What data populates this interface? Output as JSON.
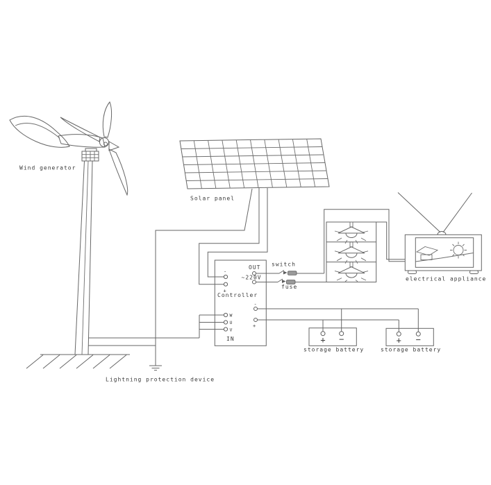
{
  "diagram_type": "wind-solar hybrid power system wiring diagram",
  "colors": {
    "background": "#ffffff",
    "line": "#666666",
    "text": "#3a3a3a",
    "fuse_fill": "#9a9a9a"
  },
  "labels": {
    "wind_generator": "Wind generator",
    "solar_panel": "Solar panel",
    "lightning_protection": "Lightning protection device",
    "controller": "Controller",
    "controller_out": "OUT",
    "controller_ac": "~220V",
    "controller_in": "IN",
    "switch": "switch",
    "fuse": "fuse",
    "electrical_appliance": "electrical appliance",
    "storage_battery_left": "storage battery",
    "storage_battery_right": "storage battery",
    "phase_w": "W",
    "phase_u": "U",
    "phase_v": "V",
    "solar_neg": "-",
    "solar_pos": "+",
    "dc_neg": "-",
    "dc_pos": "+",
    "battery_left_pos": "+",
    "battery_left_neg": "−",
    "battery_right_pos": "+",
    "battery_right_neg": "−"
  }
}
